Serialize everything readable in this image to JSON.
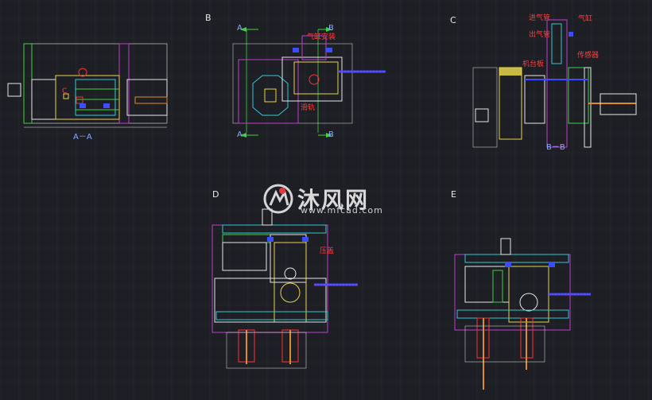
{
  "views": {
    "b": {
      "label": "B"
    },
    "c": {
      "label": "C"
    },
    "d": {
      "label": "D"
    },
    "e": {
      "label": "E"
    }
  },
  "section_labels": {
    "aa": "A－A",
    "bb": "B－B",
    "a_left_top": "A",
    "a_left_bottom": "A",
    "b_right_top": "B",
    "b_right_bottom": "B"
  },
  "annotations": {
    "c_inlet": "进气管",
    "c_outlet": "出气管",
    "c_pipe": "气缸",
    "c_sensor": "传感器",
    "c_block": "机台板",
    "b_top": "气缸安装",
    "b_side": "滑轨",
    "d_side": "压盖",
    "aa_mid": "C"
  },
  "watermark": {
    "brand_cn": "沐风网",
    "url": "www.mfcad.com"
  },
  "colors": {
    "background": "#1d1f25",
    "grid": "#2a2d34",
    "magenta": "#c03ccf",
    "yellow": "#e6d34a",
    "green": "#3fd13f",
    "cyan": "#35c6cf",
    "white": "#e6e6e6",
    "blue": "#3a4dff",
    "red": "#ff3030",
    "orange": "#e08a2a"
  }
}
